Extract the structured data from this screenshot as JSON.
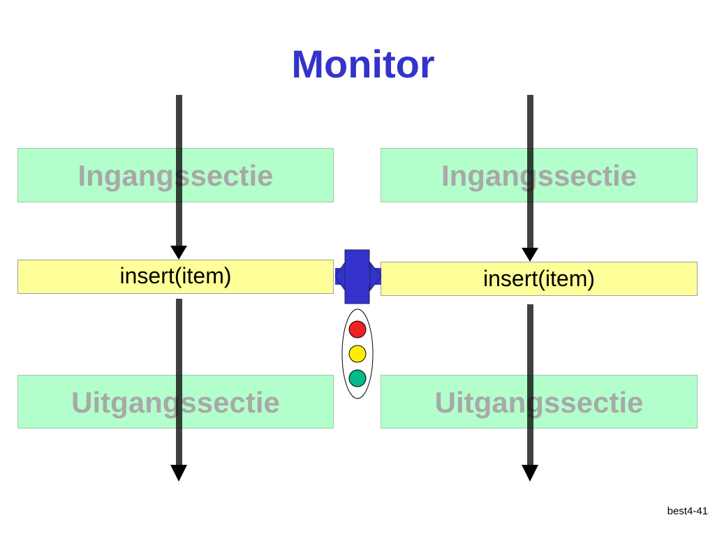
{
  "title": "Monitor",
  "left": {
    "entry": "Ingangssectie",
    "insert": "insert(item)",
    "exit": "Uitgangssectie"
  },
  "right": {
    "entry": "Ingangssectie",
    "insert": "insert(item)",
    "exit": "Uitgangssectie"
  },
  "traffic_light": {
    "colors": [
      "#ee2222",
      "#ffee00",
      "#00bb88"
    ]
  },
  "block_cross_color": "#3333cc",
  "footer": "best4-41"
}
